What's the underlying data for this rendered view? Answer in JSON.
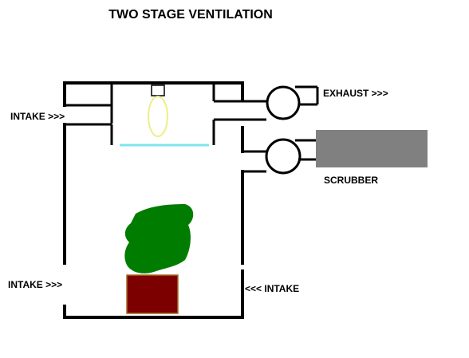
{
  "title": "TWO STAGE VENTILATION",
  "labels": {
    "intake_top_left": "INTAKE >>>",
    "exhaust": "EXHAUST >>>",
    "scrubber": "SCRUBBER",
    "intake_bottom_left": "INTAKE >>>",
    "intake_bottom_right": "<<< INTAKE"
  },
  "colors": {
    "wall": "#000000",
    "plant": "#007d00",
    "pot": "#7d0000",
    "pot_border": "#a86a2a",
    "bulb": "#eeee88",
    "glass": "#7ee6ee",
    "scrubber": "#808080",
    "fixture": "#ffffff"
  }
}
